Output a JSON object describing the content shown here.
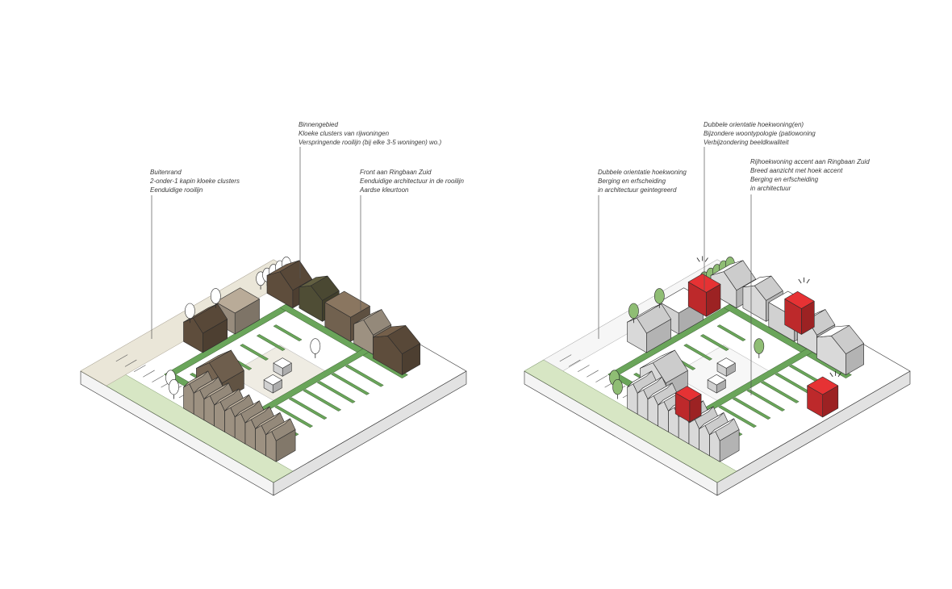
{
  "left_diagram": {
    "annotations": [
      {
        "id": "buitenrand",
        "lines": [
          "Buitenrand",
          "2-onder-1 kapin kloeke clusters",
          "Eenduidige rooilijn"
        ]
      },
      {
        "id": "binnengebied",
        "lines": [
          "Binnengebied",
          "Kloeke clusters van rijwoningen",
          "Verspringende rooilijn (bij elke 3-5 woningen) wo.)"
        ]
      },
      {
        "id": "front",
        "lines": [
          "Front aan Ringbaan Zuid",
          "Eenduidige architectuur in de rooilijn",
          "Aardse kleurtoon"
        ]
      }
    ]
  },
  "right_diagram": {
    "annotations": [
      {
        "id": "dubbele-hoek",
        "lines": [
          "Dubbele orientatie hoekwoning",
          "Berging en erfscheiding",
          "in architectuur geintegreerd"
        ]
      },
      {
        "id": "dubbele-hoeken",
        "lines": [
          "Dubbele orientatie hoekwoning(en)",
          "Bijzondere woontypologie (patiowoning",
          "Verbijzondering beeldkwaliteit"
        ]
      },
      {
        "id": "rijhoek",
        "lines": [
          "Rijhoekwoning accent aan Ringbaan Zuid",
          "Breed aanzicht met hoek accent",
          "Berging en erfscheiding",
          "in architectuur"
        ]
      }
    ]
  },
  "colors": {
    "accent_red": "#e63234",
    "green_strip": "#6aa55a",
    "paving": "#eae6d8",
    "brown_dark": "#6e5a46",
    "brown_mid": "#8a7660",
    "brown_light": "#b9ab98",
    "olive": "#5d5a3e",
    "tree_green": "#8fbd74",
    "grass": "#d7e6c4"
  }
}
